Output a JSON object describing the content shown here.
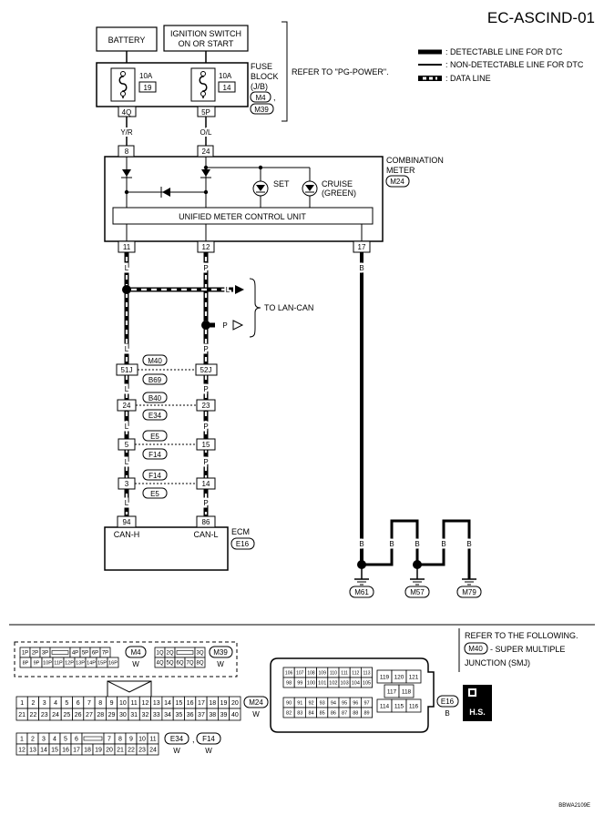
{
  "header": {
    "diagram_id": "EC-ASCIND-01",
    "footer_code": "BBWA2109E"
  },
  "legend": {
    "detectable": ": DETECTABLE LINE FOR DTC",
    "non_detectable": ": NON-DETECTABLE LINE FOR DTC",
    "data_line": ": DATA LINE"
  },
  "components": {
    "battery": "BATTERY",
    "ignition_line1": "IGNITION SWITCH",
    "ignition_line2": "ON OR START",
    "fuse_block_line1": "FUSE",
    "fuse_block_line2": "BLOCK",
    "fuse_block_line3": "(J/B)",
    "fuse_refer": "REFER TO \"PG-POWER\".",
    "fuse1_amp": "10A",
    "fuse1_num": "19",
    "fuse2_amp": "10A",
    "fuse2_num": "14",
    "fuse_conn1": "M4",
    "fuse_conn2": "M39",
    "fuse_sep": ",",
    "combo_line1": "COMBINATION",
    "combo_line2": "METER",
    "combo_conn": "M24",
    "set_label": "SET",
    "cruise_line1": "CRUISE",
    "cruise_line2": "(GREEN)",
    "umcu": "UNIFIED METER CONTROL UNIT",
    "to_lan_can": "TO LAN-CAN",
    "ecm": "ECM",
    "ecm_conn": "E16",
    "ecm_pin1_name": "CAN-H",
    "ecm_pin2_name": "CAN-L"
  },
  "pins": {
    "fuse_out1": "4Q",
    "fuse_out2": "5P",
    "meter_in1": "8",
    "meter_in2": "24",
    "meter_out1": "11",
    "meter_out2": "12",
    "meter_out3": "17",
    "j1_left": "51J",
    "j1_right": "52J",
    "j2_left": "24",
    "j2_right": "23",
    "j3_left": "5",
    "j3_right": "15",
    "j4_left": "3",
    "j4_right": "14",
    "ecm_pin1": "94",
    "ecm_pin2": "86"
  },
  "joints": {
    "j1_top": "M40",
    "j1_bot": "B69",
    "j2_top": "B40",
    "j2_bot": "E34",
    "j3_top": "E5",
    "j3_bot": "F14",
    "j4_top": "F14",
    "j4_bot": "E5"
  },
  "wire_colors": {
    "w_yr": "Y/R",
    "w_ol": "O/L",
    "w_l": "L",
    "w_p": "P",
    "w_b": "B",
    "lan_l": "L",
    "lan_p": "P"
  },
  "grounds": {
    "g1": "M61",
    "g2": "M57",
    "g3": "M79"
  },
  "refer_box": {
    "line1": "REFER TO THE FOLLOWING.",
    "conn": "M40",
    "line2": "- SUPER MULTIPLE",
    "line3": "JUNCTION (SMJ)"
  },
  "connectors": {
    "m4_label": "M4",
    "m39_label": "M39",
    "w": "W",
    "b": "B",
    "m24_label": "M24",
    "e16_label": "E16",
    "e34_label": "E34",
    "f14_label": "F14",
    "comma": ",",
    "m4_top": [
      "1P",
      "2P",
      "3P",
      "",
      "4P",
      "5P",
      "6P",
      "7P"
    ],
    "m4_bot": [
      "8P",
      "9P",
      "10P",
      "11P",
      "12P",
      "13P",
      "14P",
      "15P",
      "16P"
    ],
    "m39_top": [
      "1Q",
      "2Q",
      "",
      "3Q"
    ],
    "m39_bot": [
      "4Q",
      "5Q",
      "6Q",
      "7Q",
      "8Q"
    ],
    "m24_top": [
      "1",
      "2",
      "3",
      "4",
      "5",
      "6",
      "7",
      "8",
      "9",
      "10",
      "11",
      "12",
      "13",
      "14",
      "15",
      "16",
      "17",
      "18",
      "19",
      "20"
    ],
    "m24_bot": [
      "21",
      "22",
      "23",
      "24",
      "25",
      "26",
      "27",
      "28",
      "29",
      "30",
      "31",
      "32",
      "33",
      "34",
      "35",
      "36",
      "37",
      "38",
      "39",
      "40"
    ],
    "e34_top": [
      "1",
      "2",
      "3",
      "4",
      "5",
      "6",
      "",
      "7",
      "8",
      "9",
      "10",
      "11"
    ],
    "e34_bot": [
      "12",
      "13",
      "14",
      "15",
      "16",
      "17",
      "18",
      "19",
      "20",
      "21",
      "22",
      "23",
      "24"
    ],
    "e16_r1": [
      "106",
      "107",
      "108",
      "109",
      "110",
      "111",
      "112",
      "113"
    ],
    "e16_r2": [
      "98",
      "99",
      "100",
      "101",
      "102",
      "103",
      "104",
      "105"
    ],
    "e16_r3": [
      "90",
      "91",
      "92",
      "93",
      "94",
      "95",
      "96",
      "97"
    ],
    "e16_r4": [
      "82",
      "83",
      "84",
      "85",
      "86",
      "87",
      "88",
      "89"
    ],
    "e16_b1": [
      "119",
      "120",
      "121"
    ],
    "e16_b2": [
      "117",
      "118"
    ],
    "e16_b3": [
      "114",
      "115",
      "116"
    ],
    "hs_label": "H.S."
  }
}
